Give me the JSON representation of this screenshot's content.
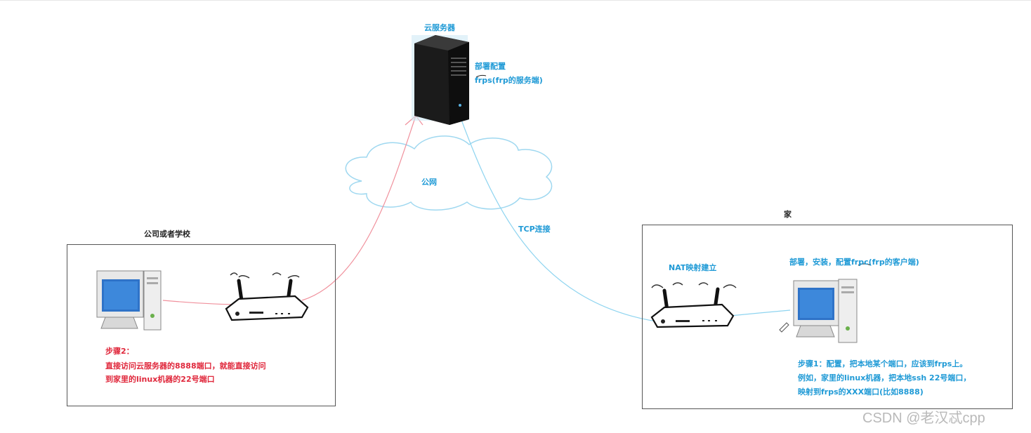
{
  "labels": {
    "cloud_server": "云服务器",
    "server_note_line1": "部署配置",
    "server_note_line2": "frps(frp的服务端)",
    "internet": "公网",
    "tcp": "TCP连接",
    "office_title": "公司或者学校",
    "home_title": "家",
    "nat": "NAT映射建立",
    "home_install": "部署，安装，配置frpc(frp的客户端)"
  },
  "step2": {
    "line1": "步骤2：",
    "line2": "直接访问云服务器的8888端口，就能直接访问",
    "line3": "到家里的linux机器的22号端口"
  },
  "step1": {
    "line1": "步骤1：配置，把本地某个端口，应该到frps上。",
    "line2": "例如，家里的linux机器，把本地ssh 22号端口，",
    "line3": "映射到frps的XXX端口(比如8888)"
  },
  "watermark": "CSDN @老汉忒cpp",
  "colors": {
    "accent_blue": "#1f9ad6",
    "accent_red": "#e0283c",
    "link_red": "#f0909c",
    "link_blue": "#8ed4f0"
  }
}
